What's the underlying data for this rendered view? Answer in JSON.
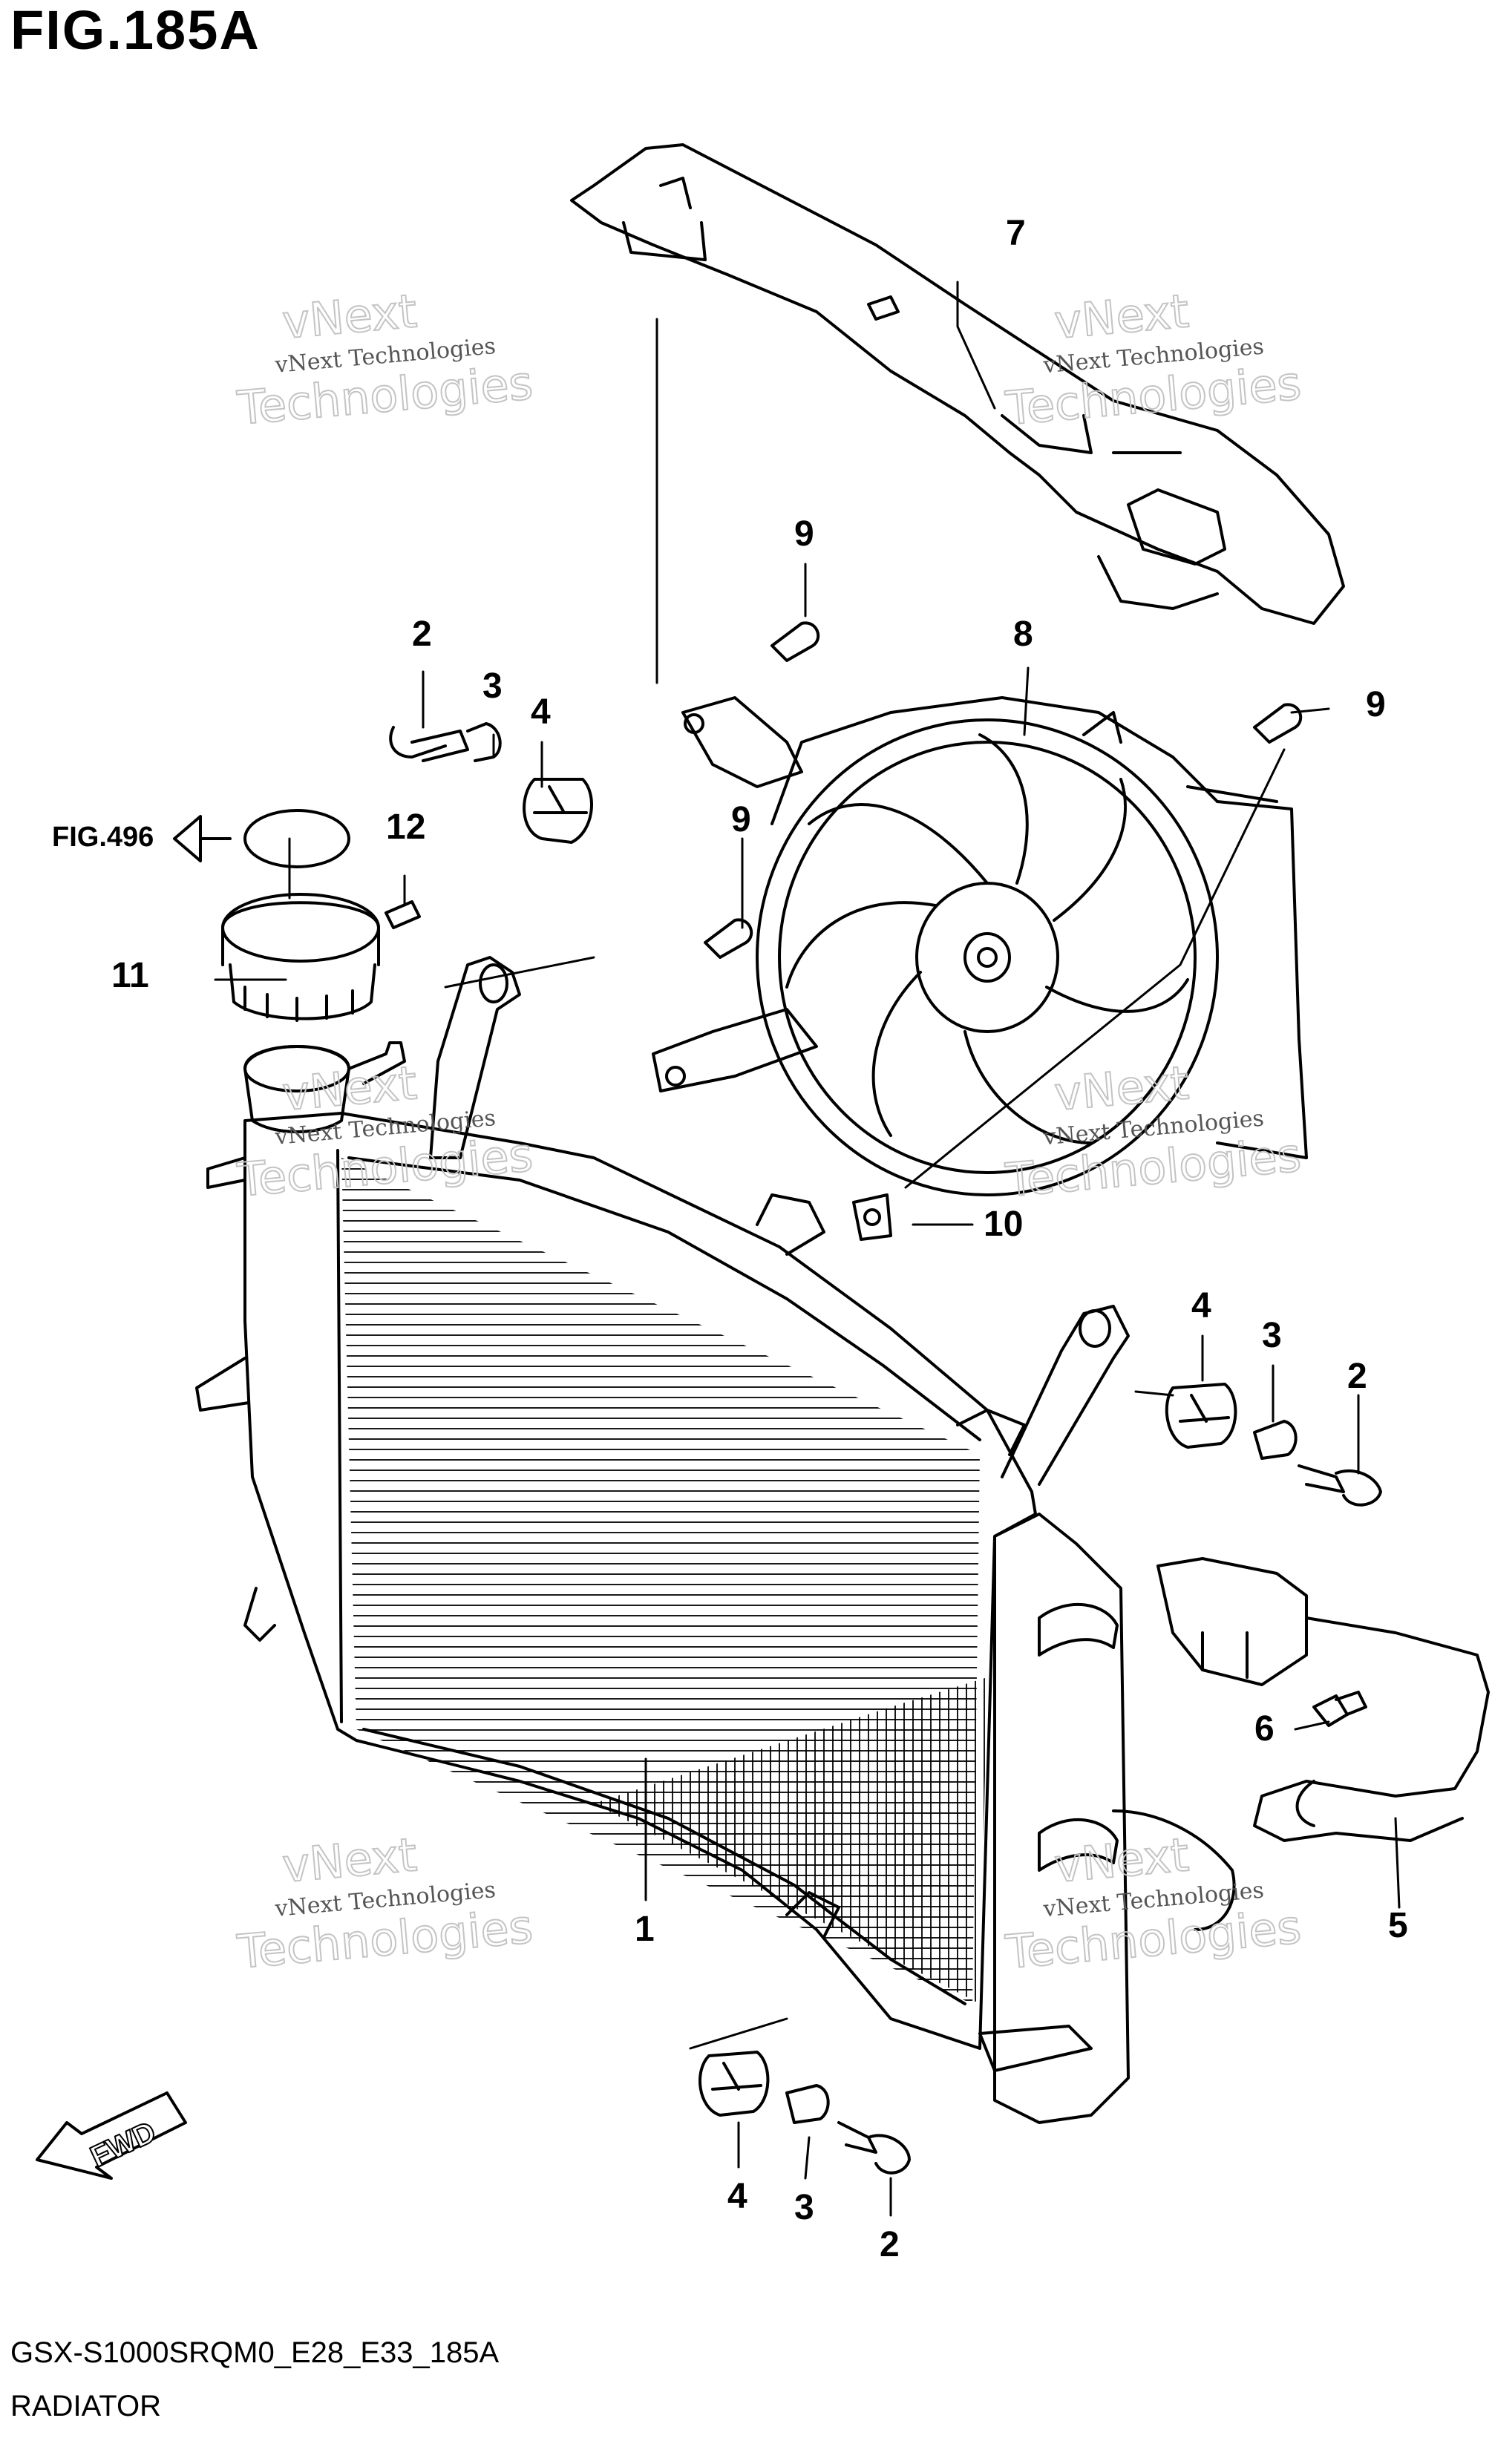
{
  "figure": {
    "title": "FIG.185A",
    "code": "GSX-S1000SRQM0_E28_E33_185A",
    "name": "RADIATOR"
  },
  "reference": {
    "label": "FIG.496"
  },
  "direction_mark": "FWD",
  "watermark": {
    "line1": "vNext Technologies",
    "line2": "vNext",
    "line3": "Technologies"
  },
  "callouts": [
    "1",
    "2",
    "3",
    "4",
    "5",
    "6",
    "7",
    "8",
    "9",
    "10",
    "11",
    "12"
  ]
}
